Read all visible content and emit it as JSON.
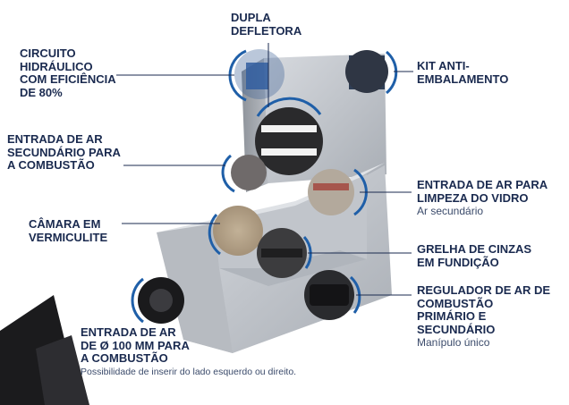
{
  "labels": {
    "dupla": "DUPLA\nDEFLETORA",
    "circuito": "CIRCUITO\nHIDRÁULICO\nCOM EFICIÊNCIA\nDE 80%",
    "entrada_sec": "ENTRADA DE AR\nSECUNDÁRIO PARA\nA COMBUSTÃO",
    "camara": "CÂMARA EM\nVERMICULITE",
    "entrada_100": "ENTRADA DE AR\nDE Ø 100 MM PARA\nA COMBUSTÃO",
    "entrada_100_sub": "Possibilidade de inserir do\nlado esquerdo ou direito.",
    "kit": "KIT ANTI-\nEMBALAMENTO",
    "limpeza": "ENTRADA DE AR PARA\nLIMPEZA DO VIDRO",
    "limpeza_sub": "Ar secundário",
    "grelha": "GRELHA DE CINZAS\nEM FUNDIÇÃO",
    "regulador": "REGULADOR DE AR DE\nCOMBUSTÃO\nPRIMÁRIO E\nSECUNDÁRIO",
    "regulador_sub": "Manípulo único"
  },
  "colors": {
    "text": "#1a2a4f",
    "accent": "#1f5fa8",
    "metal": "#c9ccd1",
    "metal_dark": "#9ea3aa",
    "vermiculite": "#b6a48c"
  }
}
